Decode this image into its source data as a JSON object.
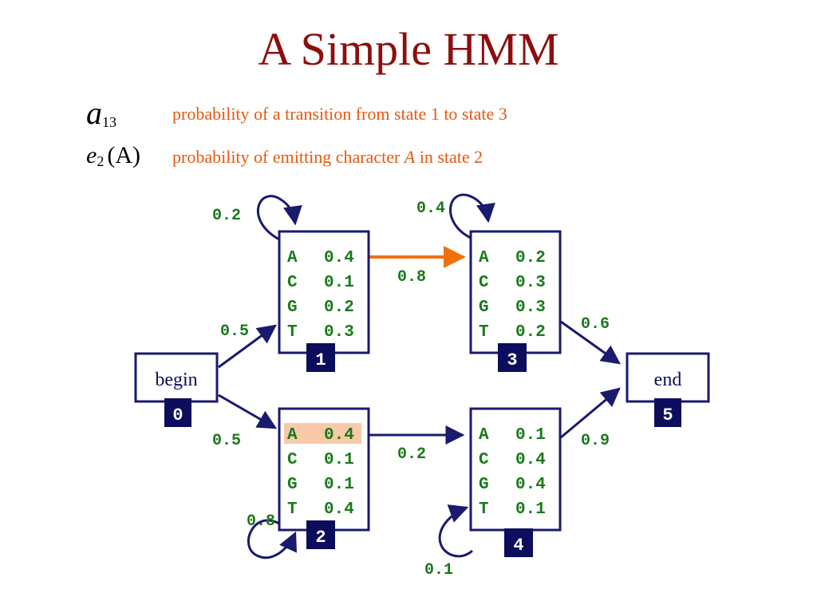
{
  "title": "A Simple HMM",
  "legend": [
    {
      "symbol": "a",
      "subscript": "13",
      "suffix": "",
      "description_before": "probability of a transition from state 1 to state 3",
      "description_italic": "",
      "description_after": ""
    },
    {
      "symbol": "e",
      "subscript": "2",
      "suffix": "(A)",
      "description_before": "probability of emitting character ",
      "description_italic": "A",
      "description_after": " in state 2"
    }
  ],
  "colors": {
    "title": "#8b0f0f",
    "description": "#e8570e",
    "node_border": "#1a1a6e",
    "badge_bg": "#0d0d5e",
    "badge_text": "#ffffff",
    "label_green": "#1a7a1a",
    "highlight_arrow": "#f07010",
    "highlight_cell": "#f7c9a8"
  },
  "states": [
    {
      "id": "0",
      "name": "begin",
      "emissions": []
    },
    {
      "id": "1",
      "name": "",
      "emissions": [
        {
          "symbol": "A",
          "prob": "0.4"
        },
        {
          "symbol": "C",
          "prob": "0.1"
        },
        {
          "symbol": "G",
          "prob": "0.2"
        },
        {
          "symbol": "T",
          "prob": "0.3"
        }
      ]
    },
    {
      "id": "2",
      "name": "",
      "emissions": [
        {
          "symbol": "A",
          "prob": "0.4",
          "highlighted": true
        },
        {
          "symbol": "C",
          "prob": "0.1"
        },
        {
          "symbol": "G",
          "prob": "0.1"
        },
        {
          "symbol": "T",
          "prob": "0.4"
        }
      ]
    },
    {
      "id": "3",
      "name": "",
      "emissions": [
        {
          "symbol": "A",
          "prob": "0.2"
        },
        {
          "symbol": "C",
          "prob": "0.3"
        },
        {
          "symbol": "G",
          "prob": "0.3"
        },
        {
          "symbol": "T",
          "prob": "0.2"
        }
      ]
    },
    {
      "id": "4",
      "name": "",
      "emissions": [
        {
          "symbol": "A",
          "prob": "0.1"
        },
        {
          "symbol": "C",
          "prob": "0.4"
        },
        {
          "symbol": "G",
          "prob": "0.4"
        },
        {
          "symbol": "T",
          "prob": "0.1"
        }
      ]
    },
    {
      "id": "5",
      "name": "end",
      "emissions": []
    }
  ],
  "transitions": [
    {
      "from": "0",
      "to": "1",
      "prob": "0.5"
    },
    {
      "from": "0",
      "to": "2",
      "prob": "0.5"
    },
    {
      "from": "1",
      "to": "1",
      "prob": "0.2"
    },
    {
      "from": "1",
      "to": "3",
      "prob": "0.8",
      "highlighted": true
    },
    {
      "from": "2",
      "to": "2",
      "prob": "0.8"
    },
    {
      "from": "2",
      "to": "4",
      "prob": "0.2"
    },
    {
      "from": "3",
      "to": "3",
      "prob": "0.4"
    },
    {
      "from": "3",
      "to": "5",
      "prob": "0.6"
    },
    {
      "from": "4",
      "to": "4",
      "prob": "0.1"
    },
    {
      "from": "4",
      "to": "5",
      "prob": "0.9"
    }
  ]
}
